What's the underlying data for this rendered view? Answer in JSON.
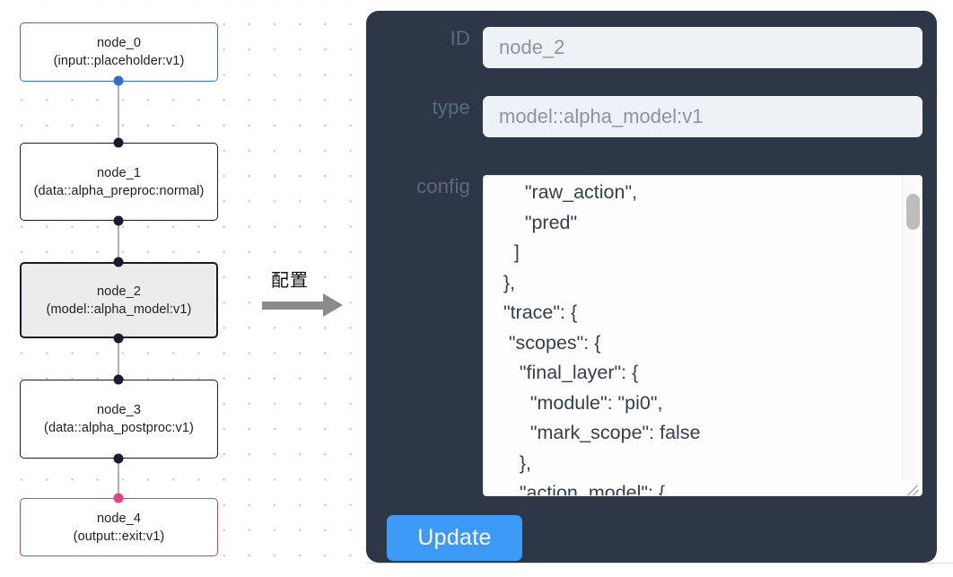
{
  "canvas": {
    "name": "pipeline-graph-canvas",
    "grid": "dot-grid",
    "nodes": [
      {
        "id": "node_0",
        "label_line1": "node_0",
        "label_line2": "(input::placeholder:v1)",
        "kind": "input",
        "selected": false,
        "border_color": "#3b6fc4",
        "handle_color": "#2f6fd0"
      },
      {
        "id": "node_1",
        "label_line1": "node_1",
        "label_line2": "(data::alpha_preproc:normal)",
        "kind": "data",
        "selected": false,
        "border_color": "#1c1c2b",
        "handle_color": "#1b1b2f"
      },
      {
        "id": "node_2",
        "label_line1": "node_2",
        "label_line2": "(model::alpha_model:v1)",
        "kind": "model",
        "selected": true,
        "border_color": "#1c1c2b",
        "handle_color": "#1b1b2f"
      },
      {
        "id": "node_3",
        "label_line1": "node_3",
        "label_line2": "(data::alpha_postproc:v1)",
        "kind": "data",
        "selected": false,
        "border_color": "#1c1c2b",
        "handle_color": "#1b1b2f"
      },
      {
        "id": "node_4",
        "label_line1": "node_4",
        "label_line2": "(output::exit:v1)",
        "kind": "output",
        "selected": false,
        "border_color": "#e0357f",
        "handle_color": "#ee3d87"
      }
    ]
  },
  "transition": {
    "caption": "配置",
    "arrow": "right-arrow",
    "color": "#8a8a8a"
  },
  "inspector": {
    "panel_color": "#2d3748",
    "fields": [
      {
        "label": "ID",
        "value": "node_2"
      },
      {
        "label": "type",
        "value": "model::alpha_model:v1"
      }
    ],
    "config": {
      "label": "config",
      "value": "      \"raw_action\",\n      \"pred\"\n    ]\n  },\n  \"trace\": {\n   \"scopes\": {\n     \"final_layer\": {\n       \"module\": \"pi0\",\n       \"mark_scope\": false\n     },\n     \"action_model\": {",
      "scroll_position": "near-top"
    },
    "update_button": {
      "label": "Update",
      "color": "#3d9bf7"
    }
  }
}
